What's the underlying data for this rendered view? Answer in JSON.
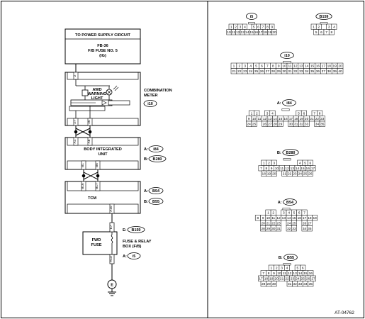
{
  "diagram_id": "AT-04762",
  "power_box": {
    "title": "TO POWER SUPPLY CIRCUIT",
    "line1": "FB-36",
    "line2": "F/B FUSE NO. 5",
    "line3": "(IG)"
  },
  "meter": {
    "pin": "2",
    "warning_lines": [
      "AWD",
      "WARNING",
      "LIGHT"
    ],
    "title_lines": [
      "COMBINATION",
      "METER"
    ],
    "connector": "i10",
    "pins": [
      "27",
      "26"
    ]
  },
  "bcu": {
    "pins_top": [
      "A1",
      "A6"
    ],
    "title_lines": [
      "BODY INTEGRATED",
      "UNIT"
    ],
    "pins_bottom": [
      "B1",
      "B6"
    ],
    "conn_a_prefix": "A:",
    "conn_a": "i84",
    "conn_b_prefix": "B:",
    "conn_b": "B280"
  },
  "tcm": {
    "pins_top": [
      "B16",
      "B17"
    ],
    "title": "TCM",
    "pin_out": "A10",
    "conn_a_prefix": "A:",
    "conn_a": "B54",
    "conn_b_prefix": "B:",
    "conn_b": "B55"
  },
  "fwd": {
    "pin_top": "E7",
    "title_lines": [
      "FWD",
      "FUSE"
    ],
    "pin_bottom": "A13",
    "conn_e_prefix": "E:",
    "conn_e": "B159",
    "conn_a_prefix": "A:",
    "conn_a": "i5",
    "box_lines": [
      "FUSE & RELAY",
      "BOX (F/B)"
    ]
  },
  "ground_symbol": "E",
  "connectors": {
    "i5": {
      "name": "i5",
      "row1": [
        "1",
        "2",
        "3",
        "4",
        "",
        "5",
        "6",
        "7",
        "8",
        "9"
      ],
      "row2": [
        "10",
        "11",
        "12",
        "13",
        "14",
        "15",
        "16",
        "17",
        "18",
        "19",
        "20"
      ]
    },
    "B159": {
      "name": "B159",
      "row1": [
        "1",
        "2",
        "",
        "3",
        "4"
      ],
      "row2": [
        "5",
        "6",
        "7",
        "8"
      ]
    },
    "i10": {
      "name": "i10",
      "row1": [
        "1",
        "2",
        "3",
        "4",
        "5",
        "6",
        "7",
        "8",
        "9",
        "10",
        "11",
        "12",
        "13",
        "14",
        "15",
        "16",
        "17",
        "18",
        "19",
        "20"
      ],
      "row2": [
        "21",
        "22",
        "23",
        "24",
        "25",
        "26",
        "27",
        "28",
        "29",
        "30",
        "31",
        "32",
        "33",
        "34",
        "35",
        "36",
        "37",
        "38",
        "39",
        "40"
      ]
    },
    "i84": {
      "prefix": "A:",
      "name": "i84",
      "row1": [
        "1",
        "2",
        "",
        "3",
        "4",
        "",
        "",
        "",
        "",
        "5",
        "6",
        "",
        "7",
        "8"
      ],
      "row2": [
        "9",
        "10",
        "11",
        "12",
        "13",
        "14",
        "15",
        "16",
        "17",
        "18",
        "19",
        "20",
        "21",
        "22",
        "23"
      ],
      "row3": [
        "24",
        "25",
        "",
        "26",
        "27",
        "28",
        "29",
        "",
        "30",
        "31",
        "32",
        "33",
        "",
        "34",
        "35"
      ]
    },
    "B280": {
      "prefix": "B:",
      "name": "B280",
      "row1": [
        "1",
        "2",
        "3",
        "",
        "",
        "",
        "",
        "4",
        "5",
        "6"
      ],
      "row2": [
        "7",
        "8",
        "9",
        "10",
        "11",
        "12",
        "13",
        "14",
        "15",
        "16",
        "17"
      ],
      "row3": [
        "18",
        "19",
        "20",
        "",
        "21",
        "22",
        "23",
        "24",
        "25",
        "26"
      ]
    },
    "B54": {
      "prefix": "A:",
      "name": "B54",
      "row1": [
        "1",
        "2",
        "",
        "3",
        "4",
        "5",
        "6",
        "7"
      ],
      "row2": [
        "8",
        "9",
        "10",
        "11",
        "12",
        "13",
        "14",
        "15",
        "16",
        "17",
        "18",
        "19"
      ],
      "row3": [
        "20",
        "21",
        "22",
        "23",
        "",
        "24",
        "25",
        "",
        "26",
        "27"
      ],
      "row4": [
        "28",
        "29",
        "30",
        "31",
        "",
        "32",
        "33",
        "",
        "34",
        "35"
      ]
    },
    "B55": {
      "prefix": "B:",
      "name": "B55",
      "row1": [
        "1",
        "2",
        "3",
        "4",
        "",
        "5",
        "6"
      ],
      "row2": [
        "7",
        "8",
        "9",
        "10",
        "11",
        "12",
        "13",
        "14",
        "15",
        "16"
      ],
      "row3": [
        "17",
        "18",
        "19",
        "20",
        "21",
        "22",
        "23",
        "24",
        "25",
        "26",
        "27"
      ],
      "row4": [
        "28",
        "29",
        "30",
        "",
        "",
        "31",
        "32",
        "33",
        "34",
        "35"
      ]
    }
  }
}
